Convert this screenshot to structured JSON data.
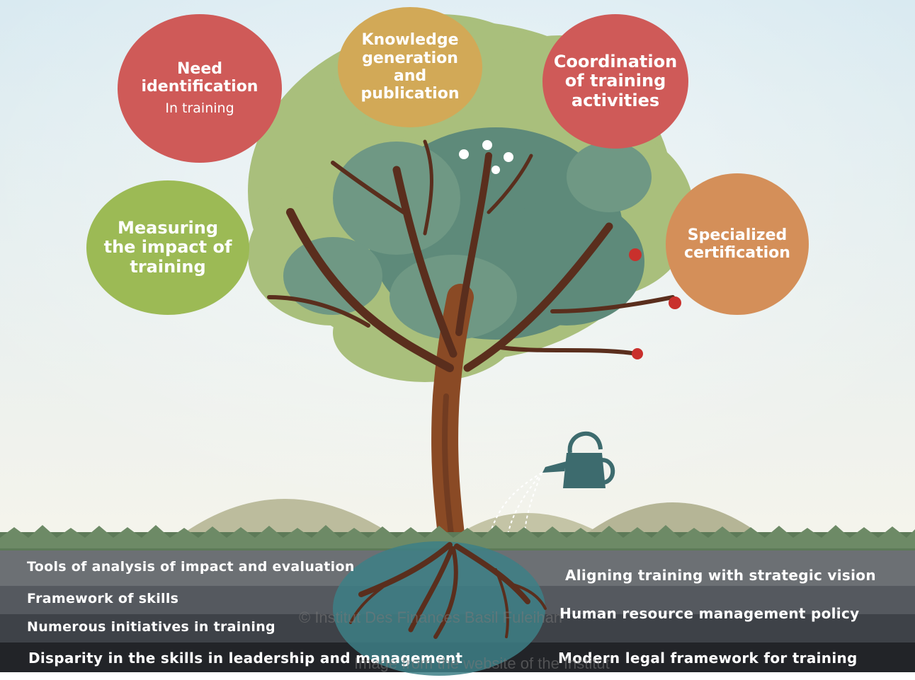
{
  "circles": {
    "need_identification": {
      "title": "Need identification",
      "subtitle": "In training",
      "color": "#cf5a58"
    },
    "knowledge": {
      "title": "Knowledge generation and publication",
      "color": "#d2a957"
    },
    "coordination": {
      "title": "Coordination of training activities",
      "color": "#cf5a58"
    },
    "measuring": {
      "title": "Measuring the impact of training",
      "color": "#9cba55"
    },
    "specialized": {
      "title": "Specialized certification",
      "color": "#d48f59"
    }
  },
  "roots_left": [
    "Tools of analysis of impact and evaluation",
    "Framework of skills",
    "Numerous initiatives in training",
    "Disparity in the skills in leadership and management"
  ],
  "roots_right": [
    "Aligning training with strategic vision",
    "Human resource management policy",
    "Modern legal framework for training"
  ],
  "watermark": {
    "line1": "© Institut Des Finances Basil Fuleihan",
    "line2": "Image from the website of the Institut"
  },
  "colors": {
    "sky_top": "#d9eaf1",
    "sky_bottom": "#f5f4ec",
    "canopy_light": "#a9bf7c",
    "canopy_dark": "#5e8a7a",
    "trunk": "#8a4a25",
    "branch": "#5a2e1d",
    "ground_band_1": "#6c7074",
    "ground_band_2": "#55595f",
    "ground_band_3": "#3e4248",
    "ground_band_4": "#222428",
    "grass": "#5d7a58",
    "hills": "#b8b89a",
    "apple": "#c9302c",
    "watering_can": "#3d6b6e"
  }
}
